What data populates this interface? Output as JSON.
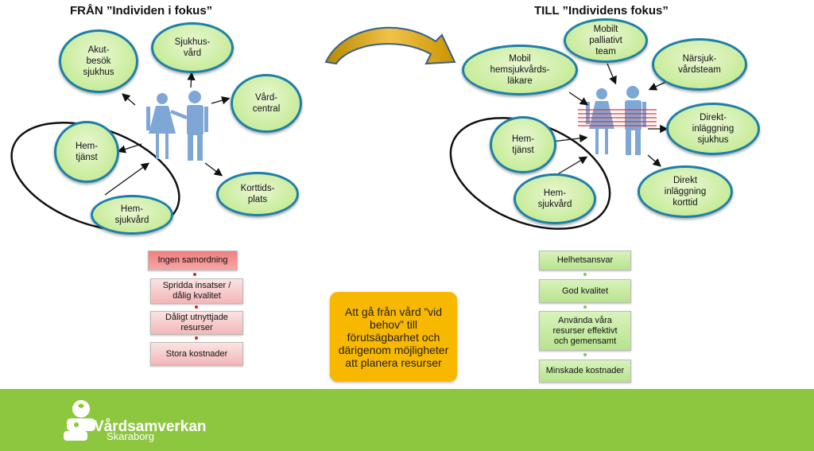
{
  "titles": {
    "from": "FRÅN ”Individen i fokus”",
    "to": "TILL ”Individens fokus”"
  },
  "left": {
    "bubbles": {
      "akut": "Akut-\nbesök\nsjukhus",
      "sjukhusvard": "Sjukhus-\nvård",
      "vardcentral": "Vård-\ncentral",
      "hemtjanst": "Hem-\ntjänst",
      "hemsjukvard": "Hem-\nsjukvård",
      "korttidsplats": "Korttids-\nplats"
    },
    "steps": [
      "Ingen samordning",
      "Spridda insatser /\ndålig kvalitet",
      "Dåligt utnyttjade\nresurser",
      "Stora kostnader"
    ]
  },
  "right": {
    "bubbles": {
      "mobil_lakare": "Mobil\nhemsjukvårds-\nläkare",
      "mobilt_team": "Mobilt\npalliativt\nteam",
      "narsjukvard": "Närsjuk-\nvårdsteam",
      "direkt_sjukhus": "Direkt-\ninläggning\nsjukhus",
      "direkt_korttid": "Direkt\ninläggning\nkorttid",
      "hemtjanst": "Hem-\ntjänst",
      "hemsjukvard": "Hem-\nsjukvård"
    },
    "steps": [
      "Helhetsansvar",
      "God kvalitet",
      "Använda våra\nresurser effektivt\noch gemensamt",
      "Minskade kostnader"
    ]
  },
  "callout": "Att gå från vård ”vid\nbehov” till\nförutsägbarhet och\ndärigenom möjligheter\natt planera resurser",
  "footer": {
    "brand": "Vårdsamverkan",
    "sub": "Skaraborg"
  },
  "colors": {
    "accent_green": "#8dc63f",
    "bubble_border": "#1d7fa8",
    "figure": "#7fa7d6",
    "callout": "#f9b800",
    "curved_arrow": "#d6a20a"
  }
}
